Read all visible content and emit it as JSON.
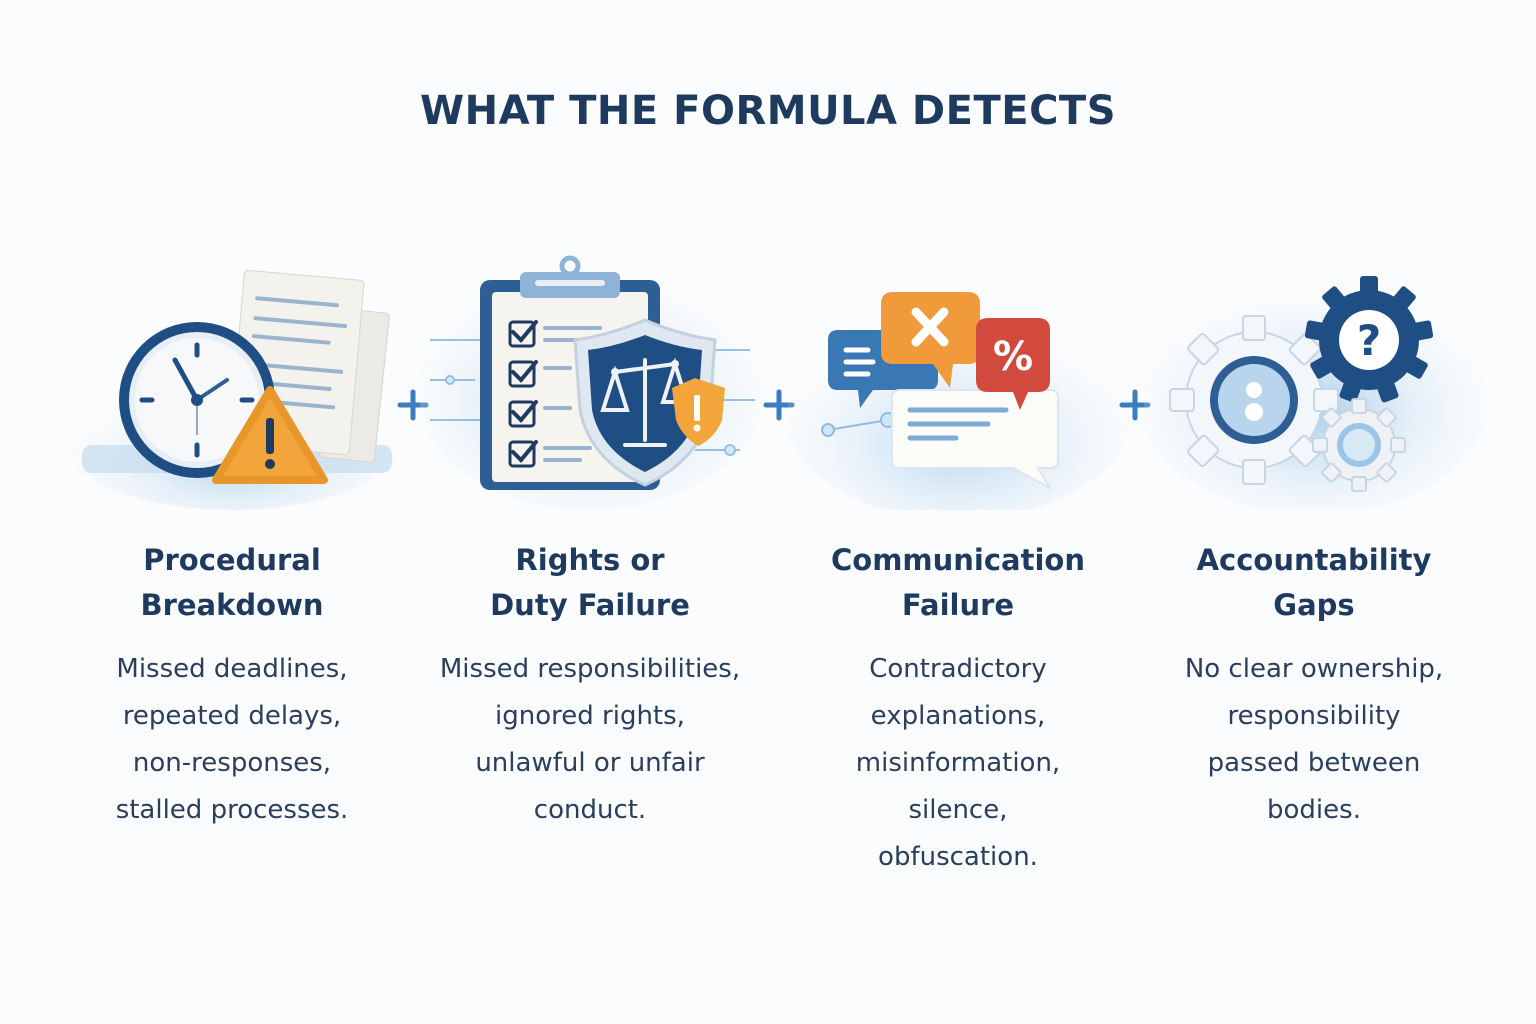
{
  "header": {
    "title": "WHAT THE FORMULA DETECTS"
  },
  "colors": {
    "title": "#1f3a5f",
    "text": "#2a3f5c",
    "primary_blue": "#2d5f95",
    "light_blue": "#cfe3f3",
    "warning_orange": "#f2a53a",
    "alert_red": "#d9534f",
    "plus": "#3a7cc0"
  },
  "separator": {
    "icon": "plus-icon"
  },
  "categories": [
    {
      "icon": "clock-warning-documents-icon",
      "heading": "Procedural\nBreakdown",
      "description": "Missed deadlines,\nrepeated delays,\nnon-responses,\nstalled processes."
    },
    {
      "icon": "clipboard-shield-scales-icon",
      "heading": "Rights or\nDuty Failure",
      "description": "Missed responsibilities,\nignored rights,\nunlawful or unfair\nconduct."
    },
    {
      "icon": "speech-bubbles-icon",
      "heading": "Communication\nFailure",
      "description": "Contradictory\nexplanations,\nmisinformation,\nsilence,\nobfuscation."
    },
    {
      "icon": "gears-question-icon",
      "heading": "Accountability\nGaps",
      "description": "No clear ownership,\nresponsibility\npassed between\nbodies."
    }
  ]
}
